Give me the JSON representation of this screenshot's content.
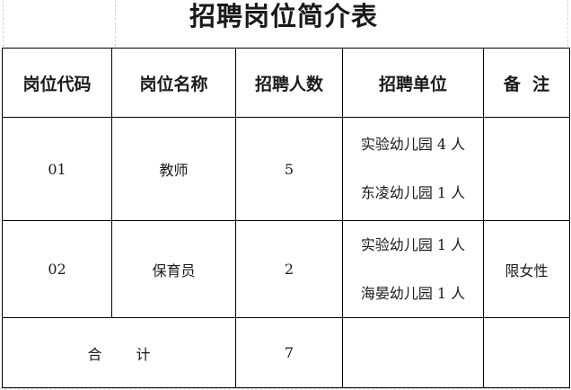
{
  "document": {
    "title": "招聘岗位简介表"
  },
  "table": {
    "headers": {
      "code": "岗位代码",
      "name": "岗位名称",
      "count": "招聘人数",
      "unit": "招聘单位",
      "remark": "备  注"
    },
    "rows": [
      {
        "code": "01",
        "name": "教师",
        "count": "5",
        "units": [
          "实验幼儿园 4 人",
          "东凌幼儿园 1 人"
        ],
        "remark": ""
      },
      {
        "code": "02",
        "name": "保育员",
        "count": "2",
        "units": [
          "实验幼儿园 1 人",
          "海晏幼儿园 1 人"
        ],
        "remark": "限女性"
      }
    ],
    "total": {
      "label_part1": "合",
      "label_part2": "计",
      "count": "7",
      "unit": "",
      "remark": ""
    }
  }
}
